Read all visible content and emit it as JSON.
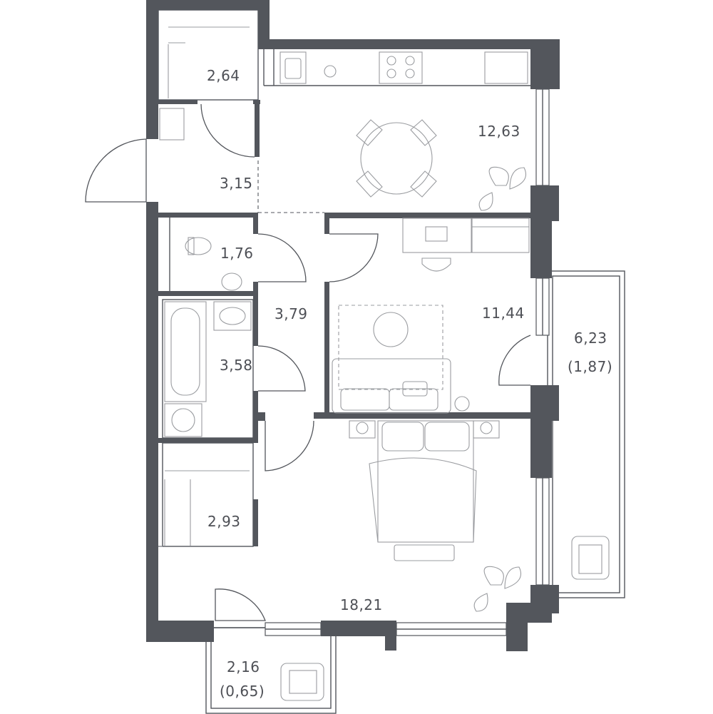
{
  "colors": {
    "wall": "#53565c",
    "line": "#53565c",
    "furniture": "#9a9ca0",
    "background": "#ffffff",
    "label": "#4d4f55"
  },
  "rooms": {
    "wardrobe_top": "2,64",
    "hall": "3,15",
    "kitchen_living": "12,63",
    "toilet": "1,76",
    "corridor": "3,79",
    "bathroom": "3,58",
    "living_room": "11,44",
    "balcony_right": "6,23",
    "balcony_right_reduced": "(1,87)",
    "wardrobe_bottom": "2,93",
    "bedroom": "18,21",
    "balcony_bottom": "2,16",
    "balcony_bottom_reduced": "(0,65)"
  }
}
